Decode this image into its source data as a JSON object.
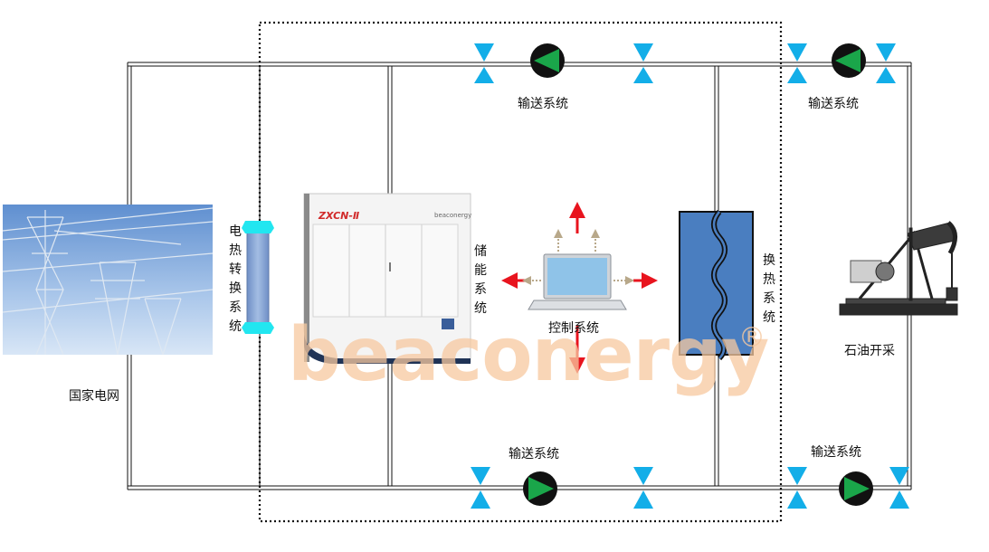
{
  "labels": {
    "national_grid": "国家电网",
    "heat_conversion": "电热转换系统",
    "storage": "储能系统",
    "control": "控制系统",
    "heat_exchange": "换热系统",
    "oil_extraction": "石油开采",
    "transport_top_left": "输送系统",
    "transport_top_right": "输送系统",
    "transport_bottom_left": "输送系统",
    "transport_bottom_right": "输送系统"
  },
  "brand": {
    "model": "ZXCN-Ⅱ",
    "name": "beaconergy",
    "watermark": "beaconergy",
    "registered": "®"
  },
  "colors": {
    "pump_green": "#1aa64a",
    "valve_cyan": "#13aee8",
    "arrow_red": "#e8141e",
    "exchanger_blue": "#4a7ec0",
    "heater_cyan": "#22e6f0"
  }
}
